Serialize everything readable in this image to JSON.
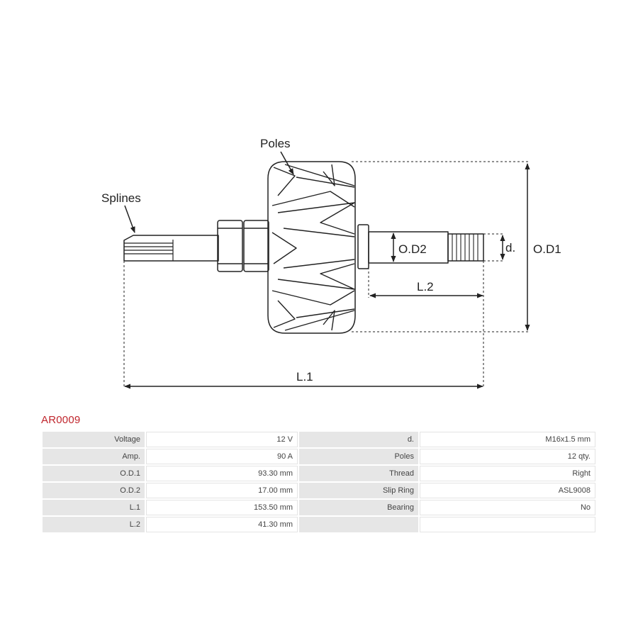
{
  "diagram": {
    "labels": {
      "poles": "Poles",
      "splines": "Splines",
      "od1": "O.D1",
      "od2": "O.D2",
      "d": "d.",
      "l1": "L.1",
      "l2": "L.2"
    }
  },
  "part_number": "AR0009",
  "specs": {
    "rows": [
      {
        "k1": "Voltage",
        "v1": "12 V",
        "k2": "d.",
        "v2": "M16x1.5 mm"
      },
      {
        "k1": "Amp.",
        "v1": "90 A",
        "k2": "Poles",
        "v2": "12 qty."
      },
      {
        "k1": "O.D.1",
        "v1": "93.30 mm",
        "k2": "Thread",
        "v2": "Right"
      },
      {
        "k1": "O.D.2",
        "v1": "17.00 mm",
        "k2": "Slip Ring",
        "v2": "ASL9008"
      },
      {
        "k1": "L.1",
        "v1": "153.50 mm",
        "k2": "Bearing",
        "v2": "No"
      },
      {
        "k1": "L.2",
        "v1": "41.30 mm",
        "k2": "",
        "v2": ""
      }
    ]
  }
}
